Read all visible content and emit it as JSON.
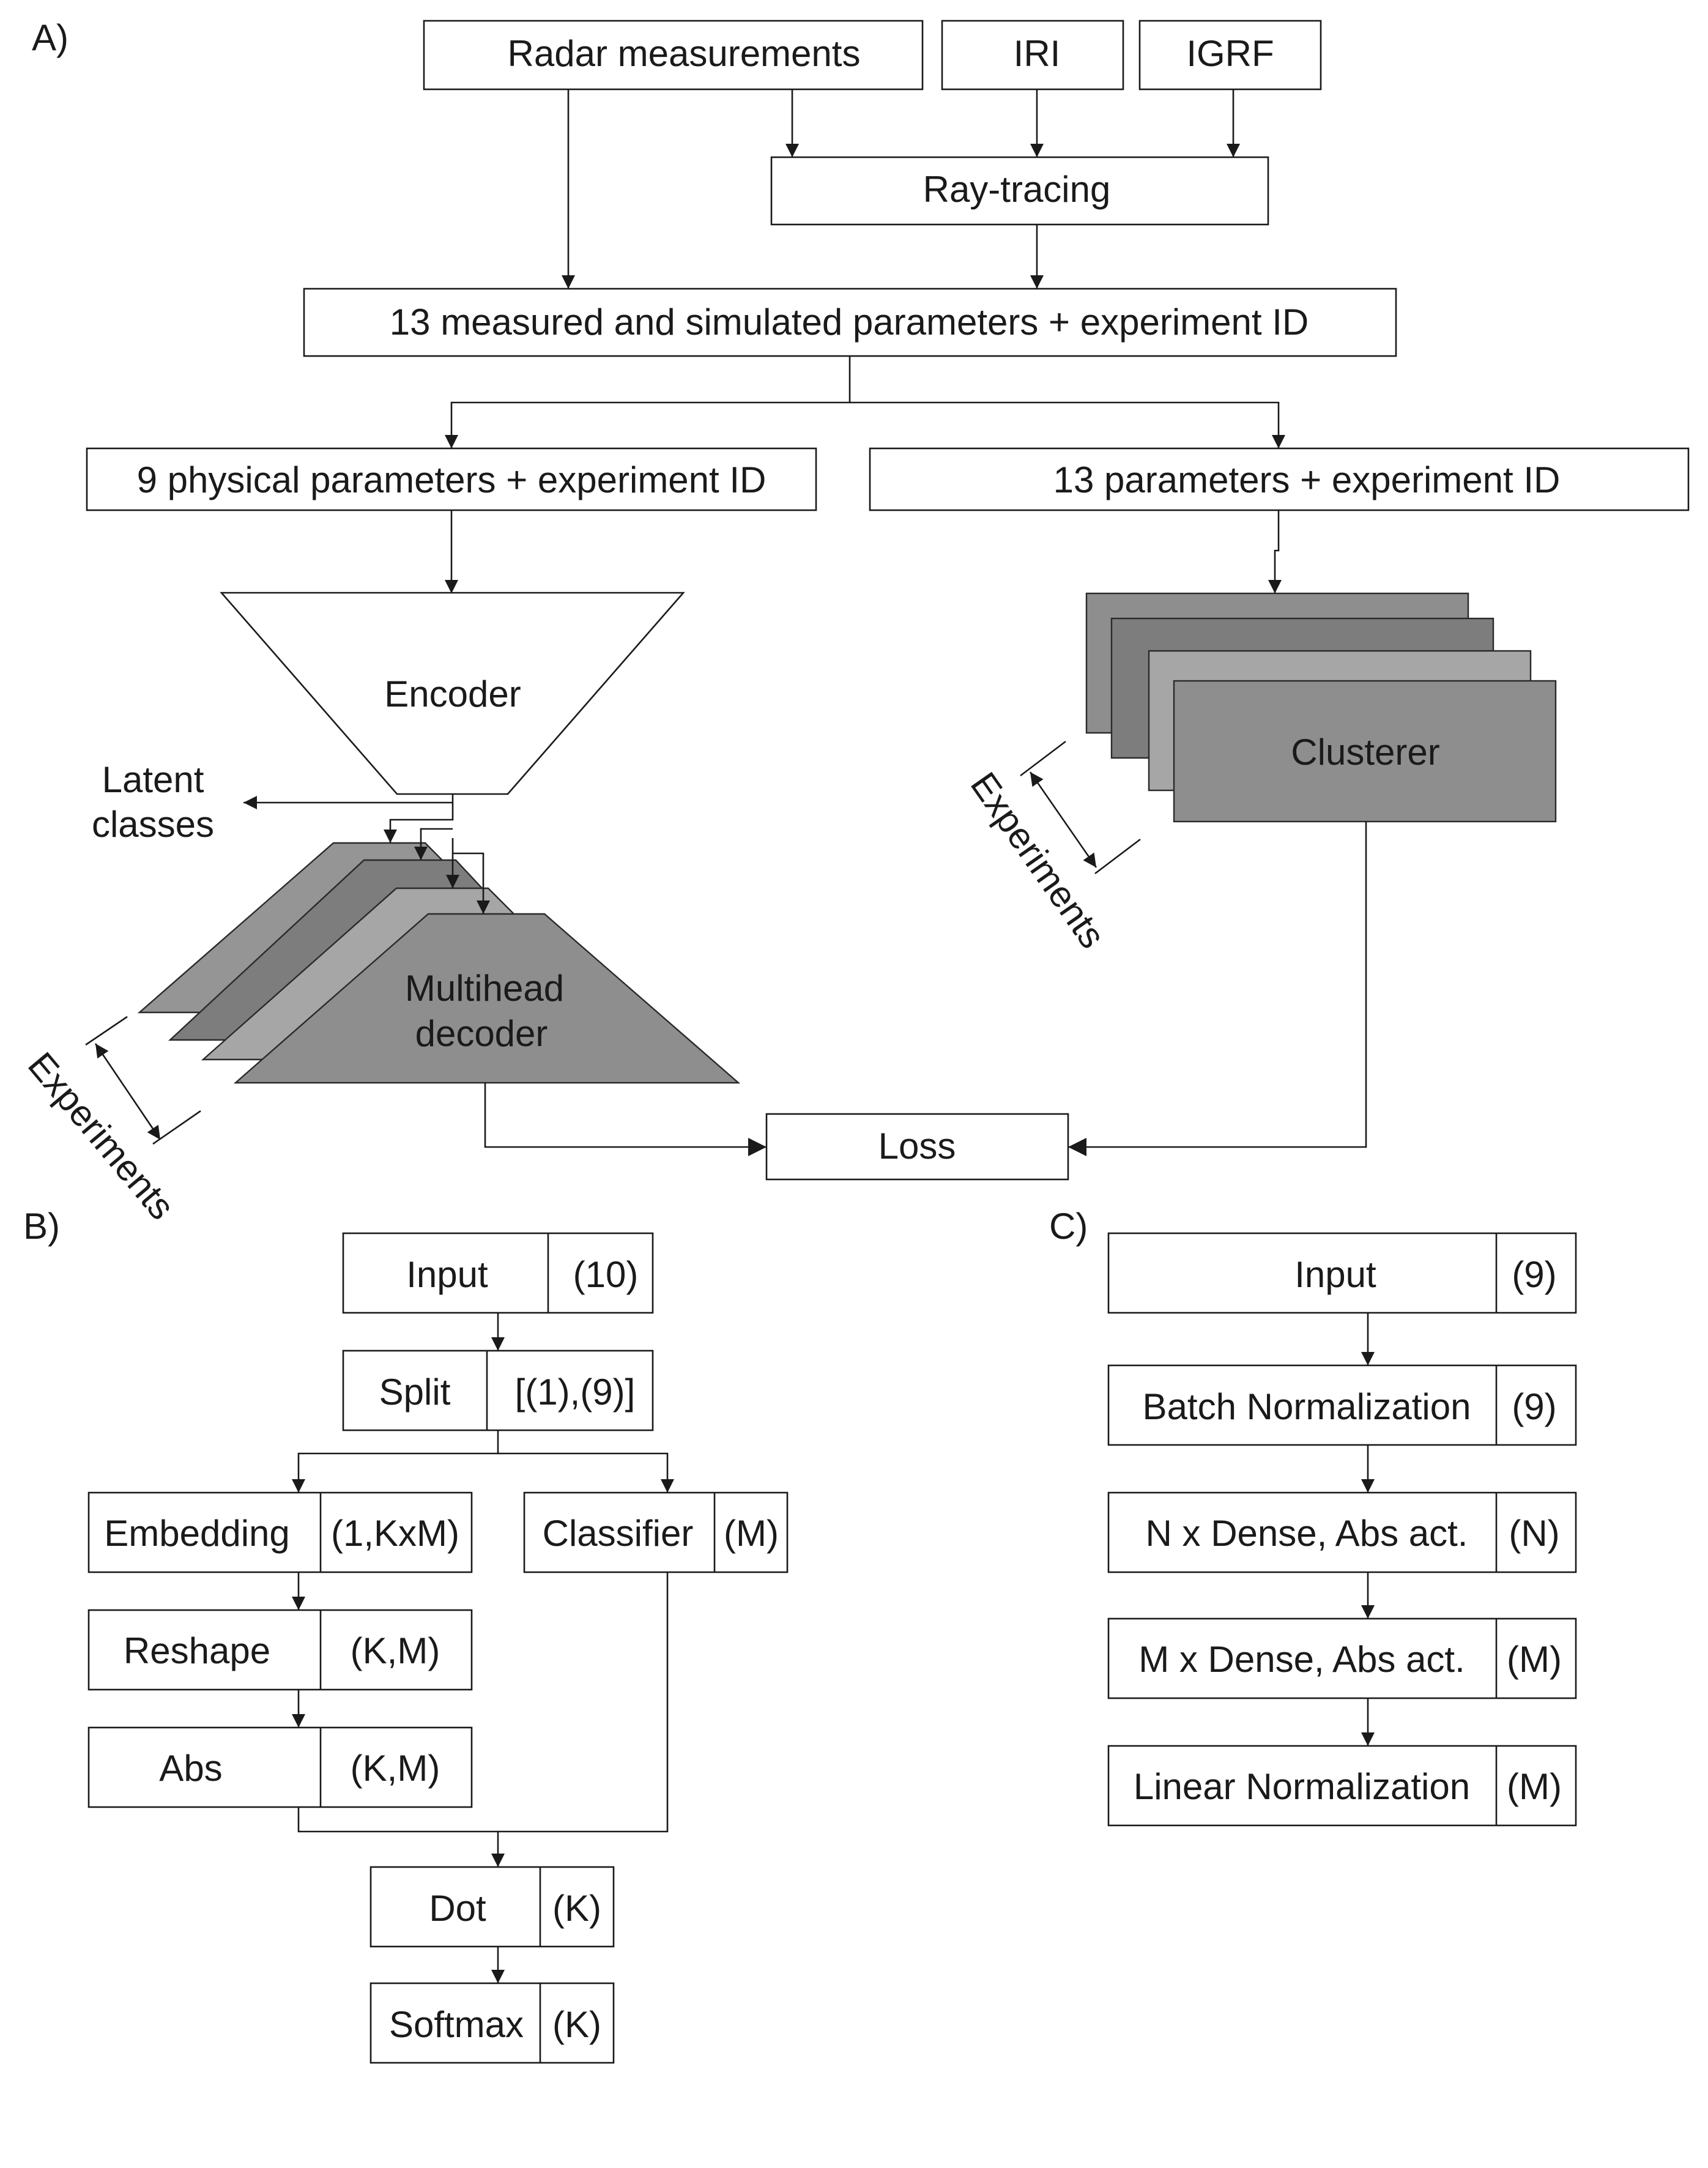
{
  "panels": {
    "a": "A)",
    "b": "B)",
    "c": "C)"
  },
  "colors": {
    "stack_dark": "#7d7d7d",
    "stack_mid": "#8e8e8e",
    "stack_light": "#a6a6a6",
    "stroke": "#1a1a1a"
  },
  "panel_a": {
    "radar": "Radar measurements",
    "iri": "IRI",
    "igrf": "IGRF",
    "raytracing": "Ray-tracing",
    "combined": "13 measured and simulated parameters + experiment ID",
    "physical": "9 physical parameters + experiment ID",
    "params13": "13 parameters + experiment ID",
    "encoder": "Encoder",
    "latent_line1": "Latent",
    "latent_line2": "classes",
    "decoder_line1": "Multihead",
    "decoder_line2": "decoder",
    "clusterer": "Clusterer",
    "experiments_left": "Experiments",
    "experiments_right": "Experiments",
    "loss": "Loss"
  },
  "panel_b": {
    "input": {
      "name": "Input",
      "shape": "(10)"
    },
    "split": {
      "name": "Split",
      "shape": "[(1),(9)]"
    },
    "embedding": {
      "name": "Embedding",
      "shape": "(1,KxM)"
    },
    "classifier": {
      "name": "Classifier",
      "shape": "(M)"
    },
    "reshape": {
      "name": "Reshape",
      "shape": "(K,M)"
    },
    "abs": {
      "name": "Abs",
      "shape": "(K,M)"
    },
    "dot": {
      "name": "Dot",
      "shape": "(K)"
    },
    "softmax": {
      "name": "Softmax",
      "shape": "(K)"
    }
  },
  "panel_c": {
    "input": {
      "name": "Input",
      "shape": "(9)"
    },
    "batchnorm": {
      "name": "Batch Normalization",
      "shape": "(9)"
    },
    "dense_n": {
      "name": "N x Dense, Abs act.",
      "shape": "(N)"
    },
    "dense_m": {
      "name": "M x Dense, Abs act.",
      "shape": "(M)"
    },
    "linnorm": {
      "name": "Linear Normalization",
      "shape": "(M)"
    }
  }
}
